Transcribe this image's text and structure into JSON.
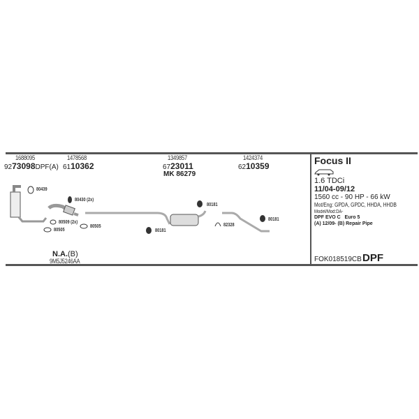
{
  "parts": [
    {
      "ref": "1688095",
      "prefix": "92",
      "number": "73098",
      "suffix": "DPF(A)"
    },
    {
      "ref": "1478568",
      "prefix": "61",
      "number": "10362",
      "suffix": ""
    },
    {
      "ref": "1349857",
      "prefix": "67",
      "number": "23011",
      "suffix": "",
      "extra": "MK  86279"
    },
    {
      "ref": "1424374",
      "prefix": "62",
      "number": "10359",
      "suffix": ""
    }
  ],
  "fittings": [
    "80439",
    "80430 (2x)",
    "80509 (2x)",
    "80505",
    "80505",
    "80181",
    "80181",
    "82328",
    "80181"
  ],
  "na": {
    "label": "N.A.",
    "suffix": "(B)",
    "code": "9M5J5246AA"
  },
  "vehicle": {
    "model": "Focus II",
    "icon": "estate-car-icon",
    "engine": "1.6 TDCi",
    "years": "11/04-09/12",
    "specs": "1560 cc - 90 HP - 66 kW",
    "engine_codes": "Mot/Eng: GPDA, GPDC, HHDA, HHDB",
    "model_code": "Model/Mod:DA-",
    "note1": "DPF EVO C   Euro 5",
    "note2": "(A) 12/09- (B) Repair Pipe",
    "kit_code": "FOK018519CB",
    "kit_type": "DPF"
  }
}
